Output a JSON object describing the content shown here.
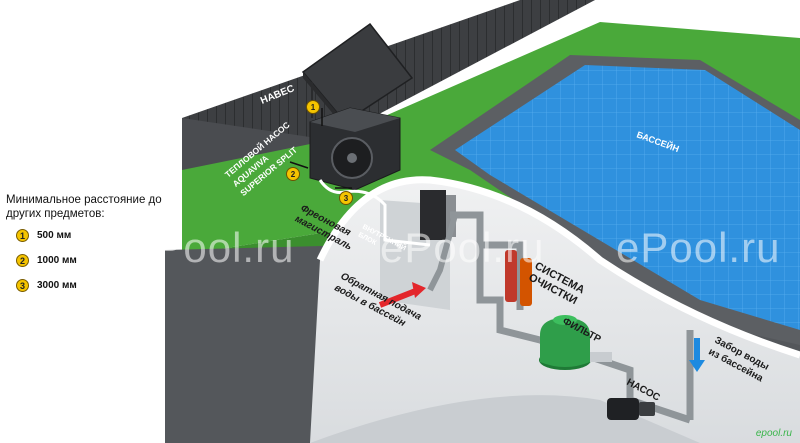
{
  "labels": {
    "canopy": "НАВЕС",
    "pool": "БАССЕЙН",
    "heat_pump_line1": "ТЕПЛОВОЙ НАСОС",
    "heat_pump_line2": "AQUAVIVA",
    "heat_pump_line3": "SUPERIOR SPLIT",
    "freon_line1": "Фреоновая",
    "freon_line2": "магистраль",
    "indoor_unit_line1": "ВНУТРЕННИЙ",
    "indoor_unit_line2": "БЛОК",
    "cleaning_system_line1": "СИСТЕМА",
    "cleaning_system_line2": "ОЧИСТКИ",
    "filter": "ФИЛЬТР",
    "pump": "НАСОС",
    "return_line1": "Обратная подача",
    "return_line2": "воды в бассейн",
    "intake_line1": "Забор воды",
    "intake_line2": "из бассейна"
  },
  "legend": {
    "title": "Минимальное расстояние до других предметов:",
    "items": [
      {
        "badge": "1",
        "text": "500 мм"
      },
      {
        "badge": "2",
        "text": "1000 мм"
      },
      {
        "badge": "3",
        "text": "3000 мм"
      }
    ]
  },
  "markers": {
    "m1": "1",
    "m2": "2",
    "m3": "3"
  },
  "watermarks": {
    "w1": "l.ru",
    "w2": "ePool.ru",
    "w3": "ePool.ru",
    "w4": "ePool.ru"
  },
  "footer": "epool.ru",
  "colors": {
    "grass": "#4aa93a",
    "wall": "#3b3d40",
    "pool_water": "#2e8fdb",
    "room_floor": "#e8eaec",
    "pipes": "#8f9599",
    "filter": "#2f9e4a",
    "badge": "#f5c400"
  }
}
